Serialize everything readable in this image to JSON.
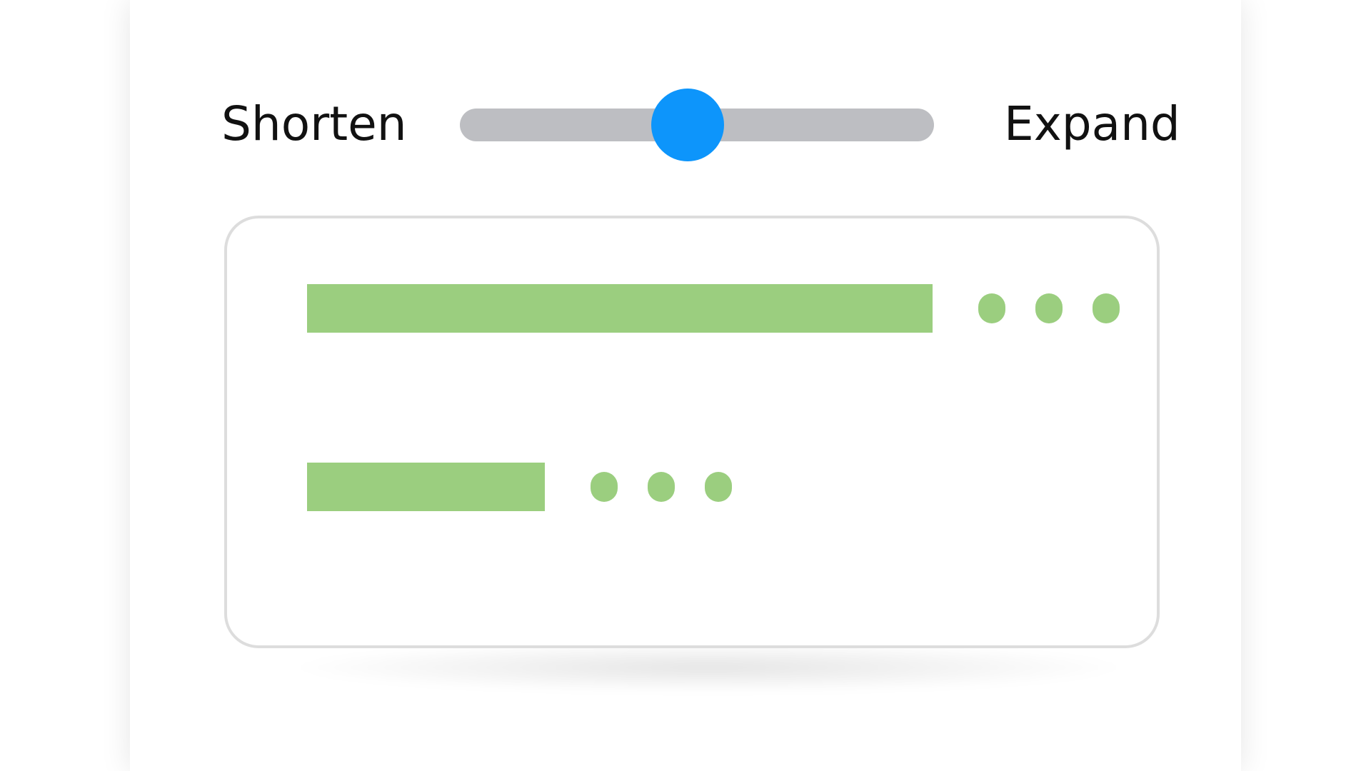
{
  "labels": {
    "left": "Shorten",
    "right": "Expand"
  },
  "slider": {
    "value": 0.48
  },
  "colors": {
    "track": "#bdbec2",
    "thumb": "#0d95fb",
    "text_placeholder": "#9bce7f"
  },
  "preview": {
    "lines": [
      {
        "length": 1.0
      },
      {
        "length": 0.38
      }
    ]
  }
}
